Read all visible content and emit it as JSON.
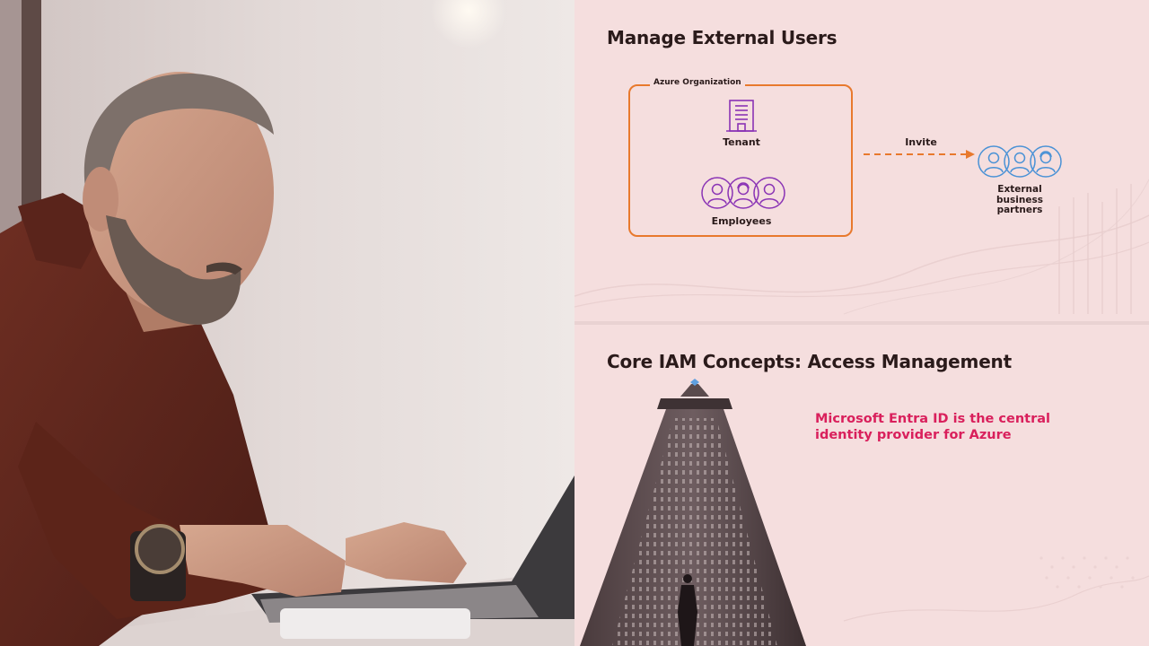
{
  "slide1": {
    "title": "Manage External Users",
    "org_label": "Azure Organization",
    "tenant_label": "Tenant",
    "employees_label": "Employees",
    "invite_label": "Invite",
    "external_label_lines": [
      "External",
      "business",
      "partners"
    ]
  },
  "slide2": {
    "title": "Core IAM Concepts: Access Management",
    "statement": "Microsoft Entra ID is the central identity provider for Azure"
  },
  "colors": {
    "accent_orange": "#e8792d",
    "icon_purple": "#8a33b5",
    "icon_blue": "#4a92d6",
    "statement_pink": "#d9205c",
    "slide_bg": "#f5dede"
  }
}
